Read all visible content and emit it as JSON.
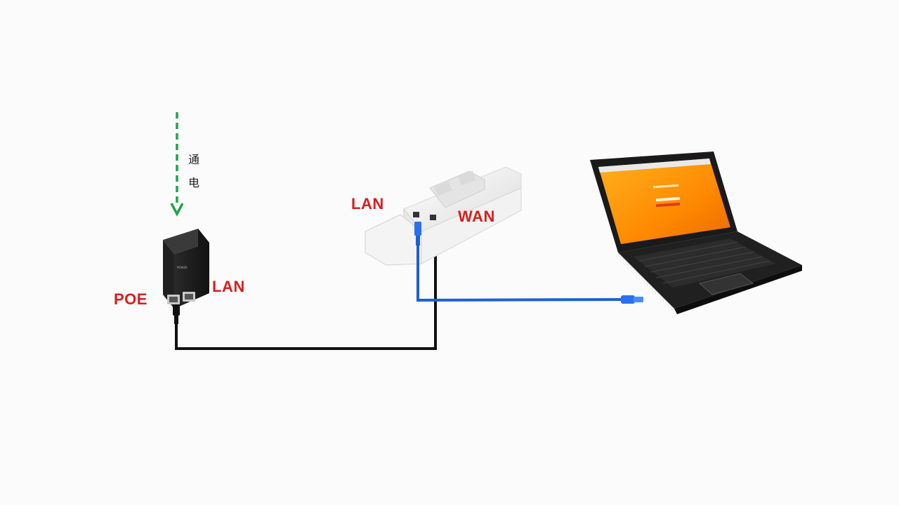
{
  "power_label": {
    "line1": "通",
    "line2": "电"
  },
  "labels": {
    "poe_port": "POE",
    "poe_lan": "LAN",
    "cpe_lan": "LAN",
    "cpe_wan": "WAN"
  },
  "colors": {
    "label": "#d81e1e",
    "power_arrow": "#22a34a",
    "poe_cable": "#111111",
    "lan_cable": "#1e5fd6",
    "screen": "#ff9a0a"
  },
  "icons": {
    "poe_injector": "poe-injector-icon",
    "cpe": "outdoor-cpe-icon",
    "laptop": "laptop-icon"
  }
}
